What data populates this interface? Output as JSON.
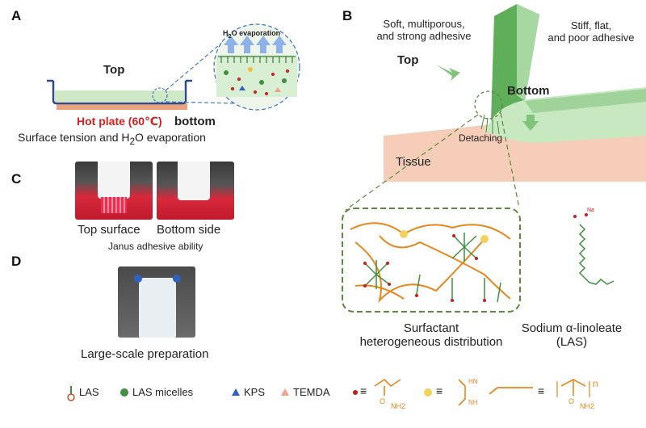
{
  "panels": {
    "a": {
      "letter": "A",
      "top_label": "Top",
      "bubble_title": "H",
      "bubble_title_sub": "2",
      "bubble_title_rest": "O evaporation",
      "hot_plate": "Hot plate (60℃)",
      "bottom_label": "bottom",
      "caption_pre": "Surface tension and H",
      "caption_sub": "2",
      "caption_post": "O evaporation"
    },
    "b": {
      "letter": "B",
      "soft_text": [
        "Soft, multiporous,",
        "and strong adhesive"
      ],
      "stiff_text": [
        "Stiff, flat,",
        "and poor adhesive"
      ],
      "top_label": "Top",
      "bottom_label": "Bottom",
      "detaching": "Detaching",
      "tissue": "Tissue",
      "surfactant_text": [
        "Surfactant",
        "heterogeneous distribution"
      ],
      "las_name": [
        "Sodium α-linoleate",
        "(LAS)"
      ],
      "na_label": "Na"
    },
    "c": {
      "letter": "C",
      "label_left": "Top surface",
      "label_right": "Bottom side",
      "caption": "Janus adhesive ability"
    },
    "d": {
      "letter": "D",
      "caption": "Large-scale preparation"
    }
  },
  "legend": {
    "las": "LAS",
    "micelles": "LAS micelles",
    "kps": "KPS",
    "temda": "TEMDA",
    "equiv": "≡",
    "n_label": "n",
    "o_label": "O",
    "nh2_label": "NH2",
    "hn_label": "HN",
    "nh_label": "NH"
  },
  "colors": {
    "green_dark": "#3f8f3f",
    "green_light": "#9fd39a",
    "tissue": "#f6cdb8",
    "orange": "#e8861c",
    "hot_plate": "#e9a27c",
    "blue_arrow": "#8fb2e6",
    "dash_blue": "#4a78c8",
    "dash_green": "#5a8a3a"
  }
}
